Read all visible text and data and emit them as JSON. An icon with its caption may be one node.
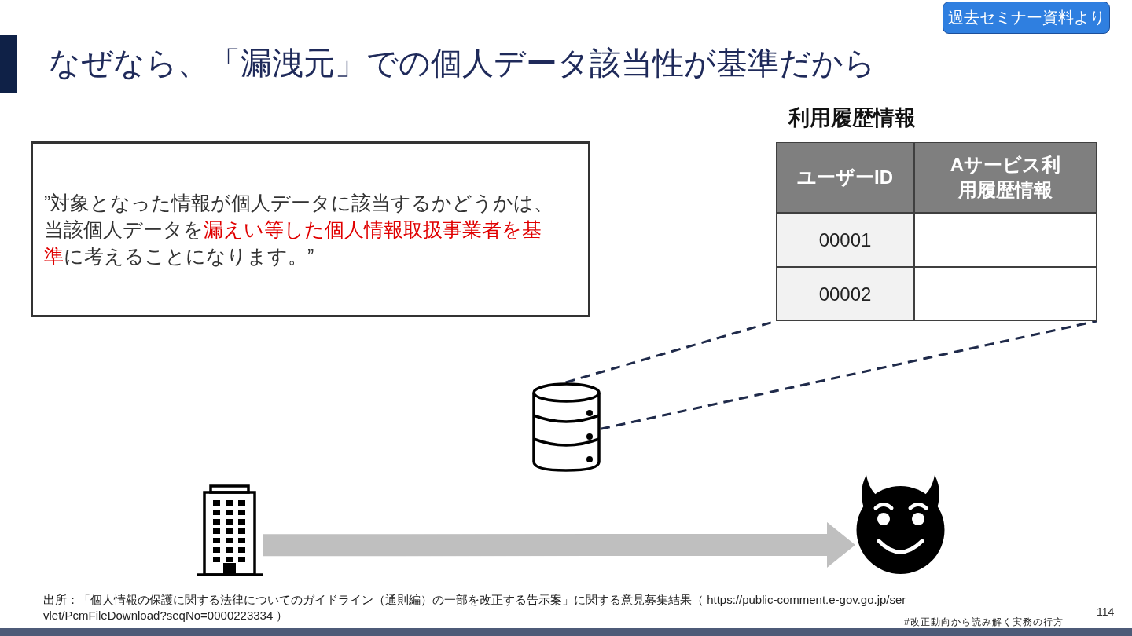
{
  "diagram": {
    "title": "なぜなら、「漏洩元」での個人データ該当性が基準だから",
    "nodes": [
      {
        "text": [
          "過去セミナー資料より"
        ]
      },
      {
        "text": [
          "”対象となった情報が個人データに該当するかどうかは、当該個人データを**漏えい等した個人情報取扱事業者を基準**に考えることになります。”"
        ]
      },
      {
        "text": [
          "利用履歴情報"
        ]
      },
      {
        "text": [
          "ユーザーID"
        ],
        "in": 2
      },
      {
        "text": [
          "Aサービス利用履歴情報"
        ],
        "in": 2
      },
      {
        "text": [
          "00001"
        ],
        "in": 2
      },
      {
        "text": [],
        "shape": "box",
        "in": 2
      },
      {
        "text": [
          "00002"
        ],
        "in": 2
      },
      {
        "text": [],
        "shape": "box",
        "in": 2
      },
      {
        "text": [],
        "shape": "cylinder"
      },
      {
        "text": [],
        "shape": "building"
      },
      {
        "text": [],
        "shape": "face"
      }
    ],
    "edges": [
      {
        "from": 9,
        "to": 2,
        "arrow": "none",
        "style": "dashed",
        "color": "#1f2a4a"
      },
      {
        "from": 9,
        "to": 2,
        "arrow": "none",
        "style": "dashed",
        "color": "#1f2a4a"
      },
      {
        "from": 10,
        "to": 11,
        "arrow": "to",
        "style": "thick",
        "color": "#bfbfbf"
      }
    ],
    "labels": [
      "出所：「個人情報の保護に関する法律についてのガイドライン（通則編）の一部を改正する告示案」に関する意見募集結果（ https://public-comment.e-gov.go.jp/servlet/PcmFileDownload?seqNo=0000223334 ）",
      "#改正動向から読み解く実務の行方",
      "114"
    ]
  }
}
